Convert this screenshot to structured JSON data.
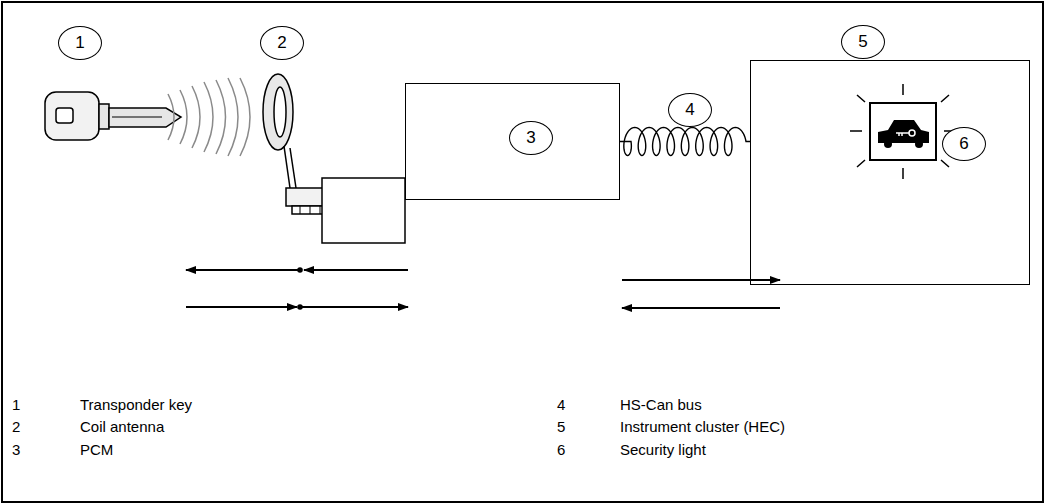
{
  "diagram": {
    "nodes": [
      {
        "text": [
          "3"
        ]
      },
      {
        "text": [
          "5",
          "6"
        ]
      }
    ],
    "edges": [
      {
        "from": 0,
        "to": 1,
        "arrow": "none"
      }
    ],
    "labels": [
      "1",
      "2",
      "4",
      "1",
      "Transponder key",
      "2",
      "Coil antenna",
      "3",
      "PCM",
      "4",
      "HS-Can bus",
      "5",
      "Instrument cluster (HEC)",
      "6",
      "Security light"
    ]
  }
}
